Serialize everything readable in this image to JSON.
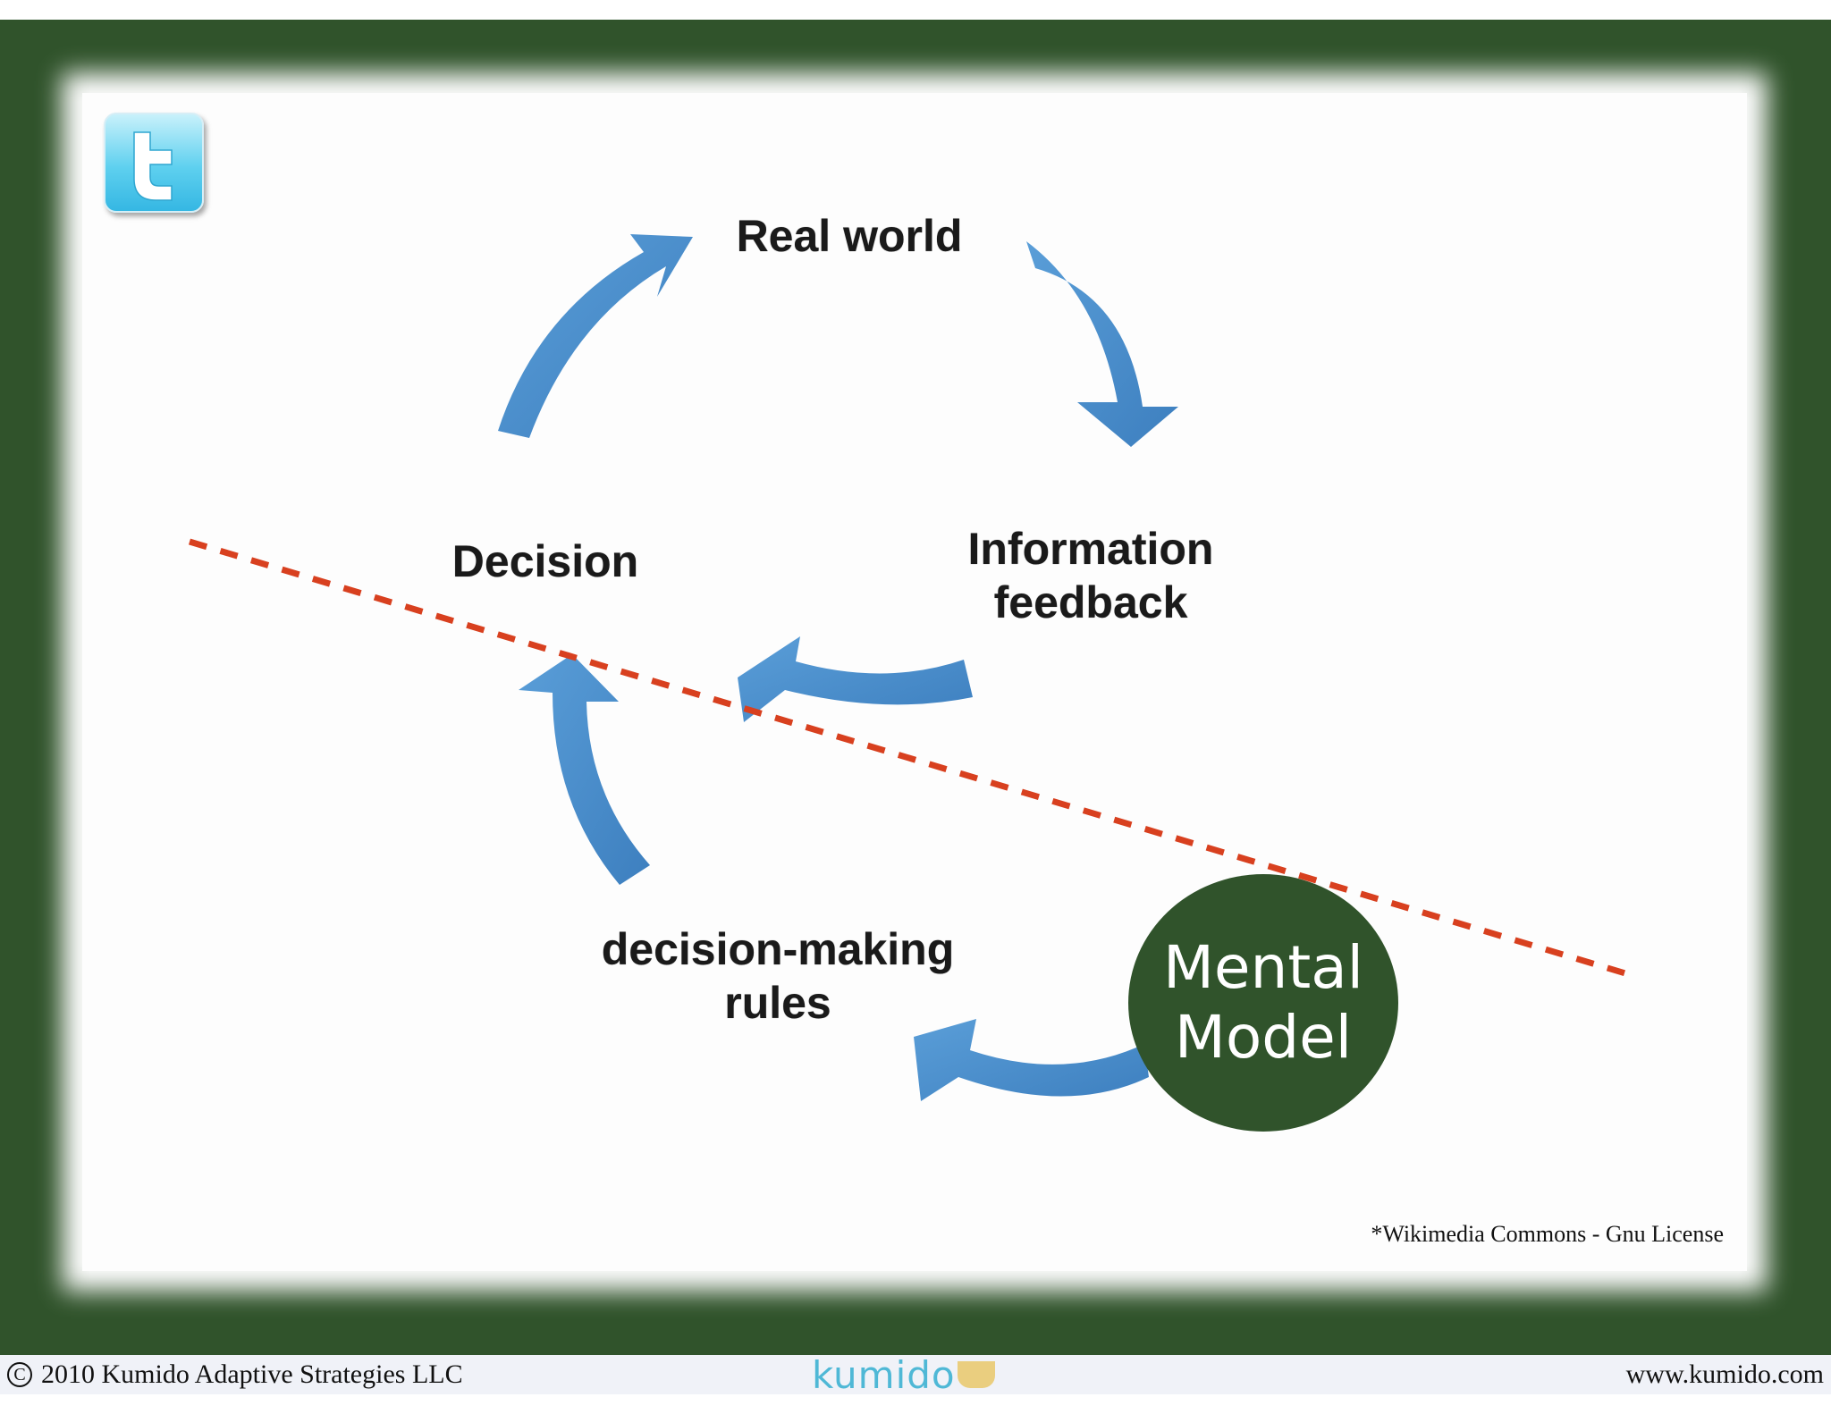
{
  "diagram": {
    "labels": {
      "real_world": "Real world",
      "decision": "Decision",
      "information_feedback_line1": "Information",
      "information_feedback_line2": "feedback",
      "rules_line1": "decision-making",
      "rules_line2": "rules"
    },
    "mental_model": {
      "line1": "Mental",
      "line2": "Model"
    },
    "credit": "*Wikimedia Commons - Gnu License"
  },
  "colors": {
    "frame": "#30532b",
    "arrow": "#4a8fd0",
    "dashed_line": "#d8401f",
    "circle": "#30532b"
  },
  "icons": {
    "corner_icon": "twitter-icon",
    "copyright": "copyright-icon"
  },
  "footer": {
    "copyright_symbol": "C",
    "copyright_text": "2010 Kumido Adaptive Strategies LLC",
    "logo_text": "kumido",
    "url": "www.kumido.com"
  }
}
